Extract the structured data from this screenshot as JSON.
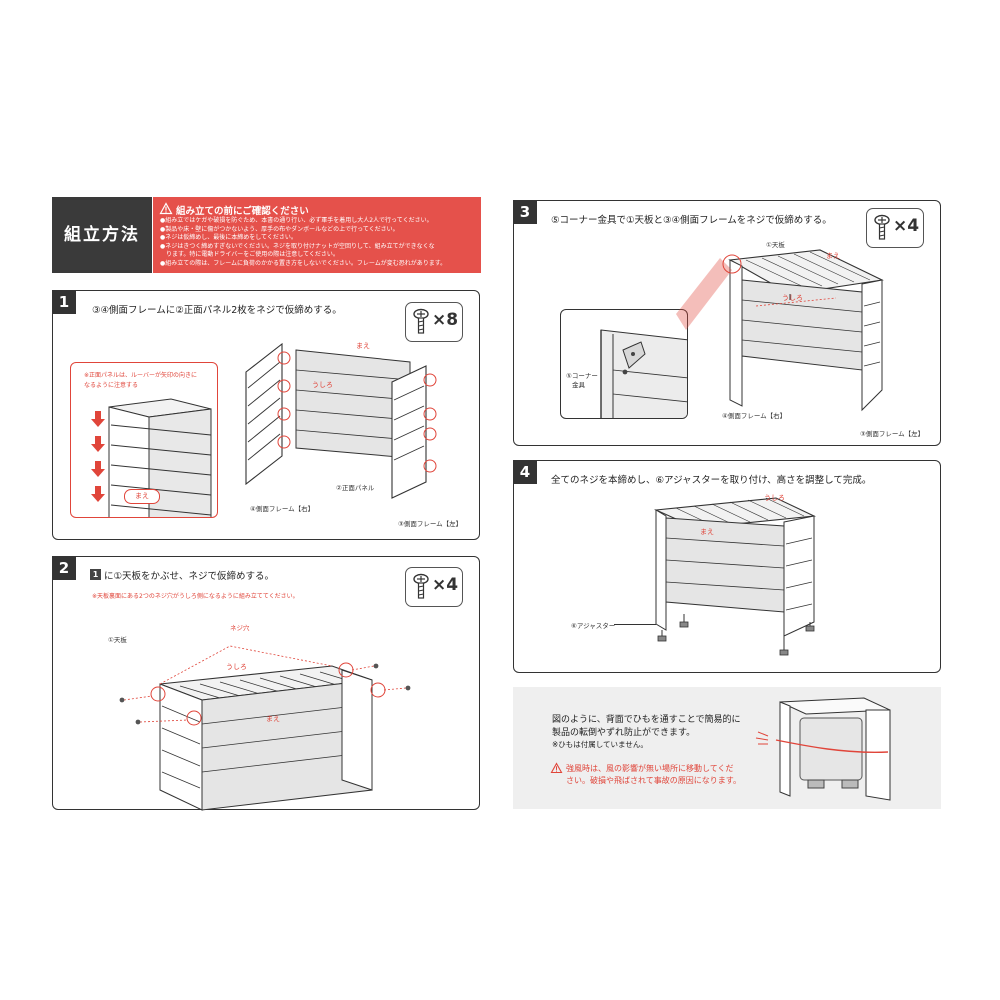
{
  "header": {
    "title": "組立方法",
    "caution_title": "組み立ての前にご確認ください",
    "caution_lines": [
      "●組み立ではケガや破損を防ぐため、本書の通り行い、必ず軍手を着用し大人2人で行ってください。",
      "●製品や床・壁に傷がつかないよう、厚手の布やダンボールなどの上で行ってください。",
      "●ネジは仮締めし、最後に本締めをしてください。",
      "●ネジはきつく締めすぎないでください。ネジを取り付けナットが空回りして、組み立てができなくな",
      "　ります。特に電動ドライバーをご使用の際は注意してください。",
      "●組み立ての際は、フレームに負荷のかかる置き方をしないでください。フレームが変む恐れがあります。"
    ]
  },
  "steps": {
    "s1": {
      "num": "1",
      "text": "③④側面フレームに②正面パネル2枚をネジで仮締めする。",
      "screws": "×8",
      "note_line1": "※正面パネルは、ルーバーが矢印の向きに",
      "note_line2": "なるように注意する",
      "mae_tag": "まえ",
      "label_mae": "まえ",
      "label_ushiro": "うしろ",
      "label_right": "④側面フレーム【右】",
      "label_panel": "②正面パネル",
      "label_left": "③側面フレーム【左】"
    },
    "s2": {
      "num": "2",
      "ref": "1",
      "text": "に①天板をかぶせ、ネジで仮締めする。",
      "screws": "×4",
      "note": "※天板裏面にある2つのネジ穴がうしろ側になるように組み立ててください。",
      "label_top": "①天板",
      "label_hole": "ネジ穴",
      "label_ushiro": "うしろ",
      "label_mae": "まえ"
    },
    "s3": {
      "num": "3",
      "text": "⑤コーナー金具で①天板と③④側面フレームをネジで仮締めする。",
      "screws": "×4",
      "label_top": "①天板",
      "label_mae": "まえ",
      "label_ushiro": "うしろ",
      "label_corner1": "⑤コーナー",
      "label_corner2": "金具",
      "label_right": "④側面フレーム【右】",
      "label_left": "③側面フレーム【左】"
    },
    "s4": {
      "num": "4",
      "text": "全てのネジを本締めし、⑥アジャスターを取り付け、高さを調整して完成。",
      "label_ushiro": "うしろ",
      "label_mae": "まえ",
      "label_adjuster": "⑥アジャスター"
    }
  },
  "tip": {
    "line1": "図のように、背面でひもを通すことで簡易的に",
    "line2": "製品の転倒やずれ防止ができます。",
    "line3": "※ひもは付属していません。",
    "warn1": "強風時は、風の影響が無い場所に移動してくだ",
    "warn2": "さい。破損や飛ばされて事故の原因になります。"
  }
}
